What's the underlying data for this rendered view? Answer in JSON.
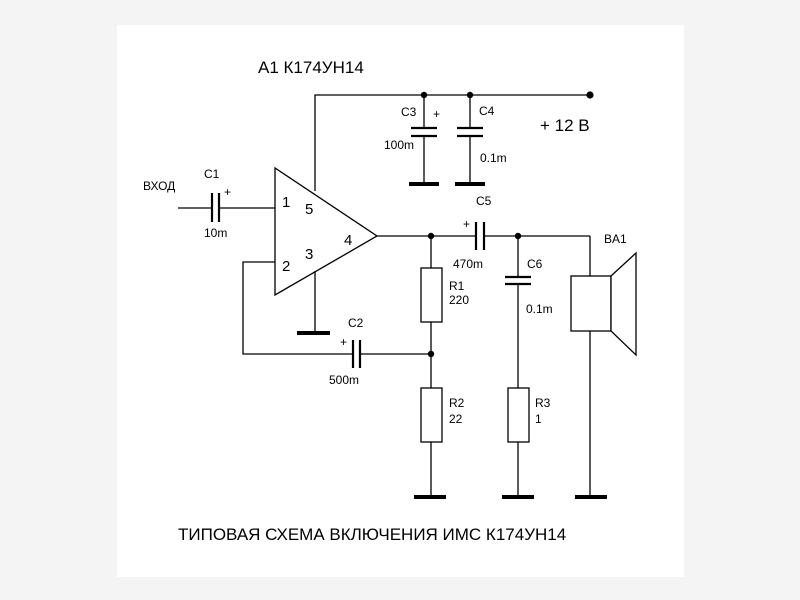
{
  "title": "А1 К174УН14",
  "caption": "ТИПОВАЯ СХЕМА ВКЛЮЧЕНИЯ ИМС К174УН14",
  "supply": "+ 12 В",
  "input_label": "ВХОД",
  "pins": {
    "p1": "1",
    "p2": "2",
    "p3": "3",
    "p4": "4",
    "p5": "5"
  },
  "components": {
    "c1": {
      "name": "C1",
      "value": "10m",
      "polarity": "+"
    },
    "c2": {
      "name": "C2",
      "value": "500m",
      "polarity": "+"
    },
    "c3": {
      "name": "C3",
      "value": "100m",
      "polarity": "+"
    },
    "c4": {
      "name": "C4",
      "value": "0.1m"
    },
    "c5": {
      "name": "C5",
      "value": "470m",
      "polarity": "+"
    },
    "c6": {
      "name": "C6",
      "value": "0.1m"
    },
    "r1": {
      "name": "R1",
      "value": "220"
    },
    "r2": {
      "name": "R2",
      "value": "22"
    },
    "r3": {
      "name": "R3",
      "value": "1"
    },
    "speaker": {
      "name": "BA1"
    }
  }
}
